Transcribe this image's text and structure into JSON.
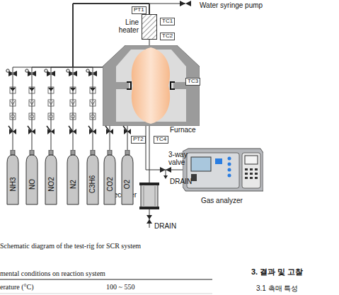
{
  "diagram": {
    "caption": "Schematic diagram of the test-rig for SCR system",
    "nodes": [
      {
        "text": [
          "Line heater"
        ]
      },
      {
        "text": [
          "Furnace"
        ]
      },
      {
        "text": [
          "Receiver"
        ]
      },
      {
        "text": [
          "Gas analyzer"
        ]
      },
      {
        "text": [
          "NH3"
        ]
      },
      {
        "text": [
          "NO"
        ]
      },
      {
        "text": [
          "NO2"
        ]
      },
      {
        "text": [
          "N2"
        ]
      },
      {
        "text": [
          "C3H6"
        ]
      },
      {
        "text": [
          "CO2"
        ]
      },
      {
        "text": [
          "O2"
        ]
      }
    ],
    "edges": [
      {
        "from": 4,
        "to": 0,
        "arrow": "none"
      },
      {
        "from": 5,
        "to": 0,
        "arrow": "none"
      },
      {
        "from": 6,
        "to": 0,
        "arrow": "none"
      },
      {
        "from": 7,
        "to": 0,
        "arrow": "none"
      },
      {
        "from": 8,
        "to": 0,
        "arrow": "none"
      },
      {
        "from": 9,
        "to": 0,
        "arrow": "none"
      },
      {
        "from": 10,
        "to": 0,
        "arrow": "none"
      },
      {
        "from": 0,
        "to": 1,
        "arrow": "none"
      },
      {
        "from": 1,
        "to": 2,
        "arrow": "none"
      },
      {
        "from": 1,
        "to": 3,
        "arrow": "none"
      }
    ],
    "labels": [
      "Water syringe pump",
      "PT1",
      "TC1",
      "TC2",
      "TC3",
      "PT2",
      "TC4",
      "3-way valve",
      "DRAIN",
      "DRAIN",
      "mental conditions on reaction system",
      "erature (°C)",
      "100 ~ 550",
      "3. 결과 및 고찰",
      "3.1 촉매 특성"
    ]
  }
}
